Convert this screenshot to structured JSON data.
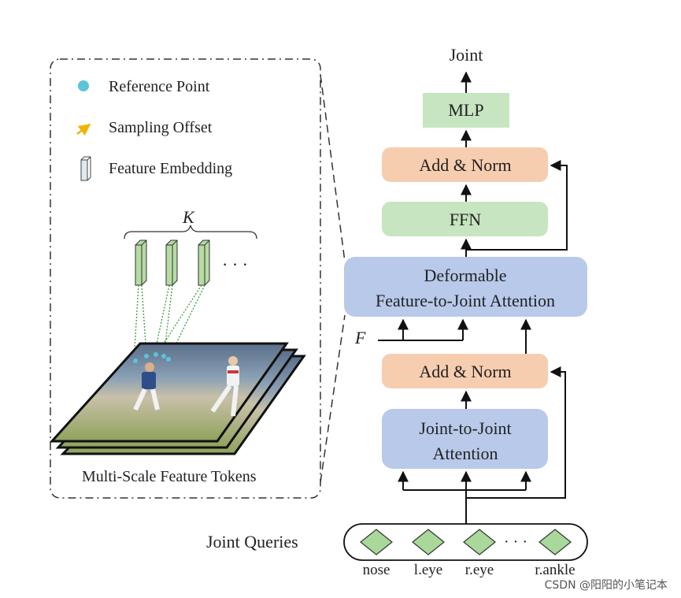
{
  "legend": {
    "reference_point": "Reference Point",
    "sampling_offset": "Sampling Offset",
    "feature_embedding": "Feature Embedding"
  },
  "tokens": {
    "k_label": "K",
    "ellipsis": "· · ·",
    "caption": "Multi-Scale Feature Tokens"
  },
  "pipeline": {
    "output_label": "Joint",
    "mlp": "MLP",
    "add_norm_top": "Add & Norm",
    "ffn": "FFN",
    "deformable_line1": "Deformable",
    "deformable_line2": "Feature-to-Joint Attention",
    "f_label": "F",
    "add_norm_bottom": "Add & Norm",
    "j2j_line1": "Joint-to-Joint",
    "j2j_line2": "Attention"
  },
  "queries": {
    "label": "Joint Queries",
    "names": [
      "nose",
      "l.eye",
      "r.eye",
      "r.ankle"
    ],
    "ellipsis": "· · ·"
  },
  "watermark": "CSDN @阳阳的小笔记本",
  "colors": {
    "green_box": "#c6e5c0",
    "orange_box": "#f7cdb0",
    "blue_box": "#b8c9ea",
    "diamond": "#a8d89a",
    "reference_point": "#5bc4d8",
    "sampling_offset": "#f0b400"
  }
}
